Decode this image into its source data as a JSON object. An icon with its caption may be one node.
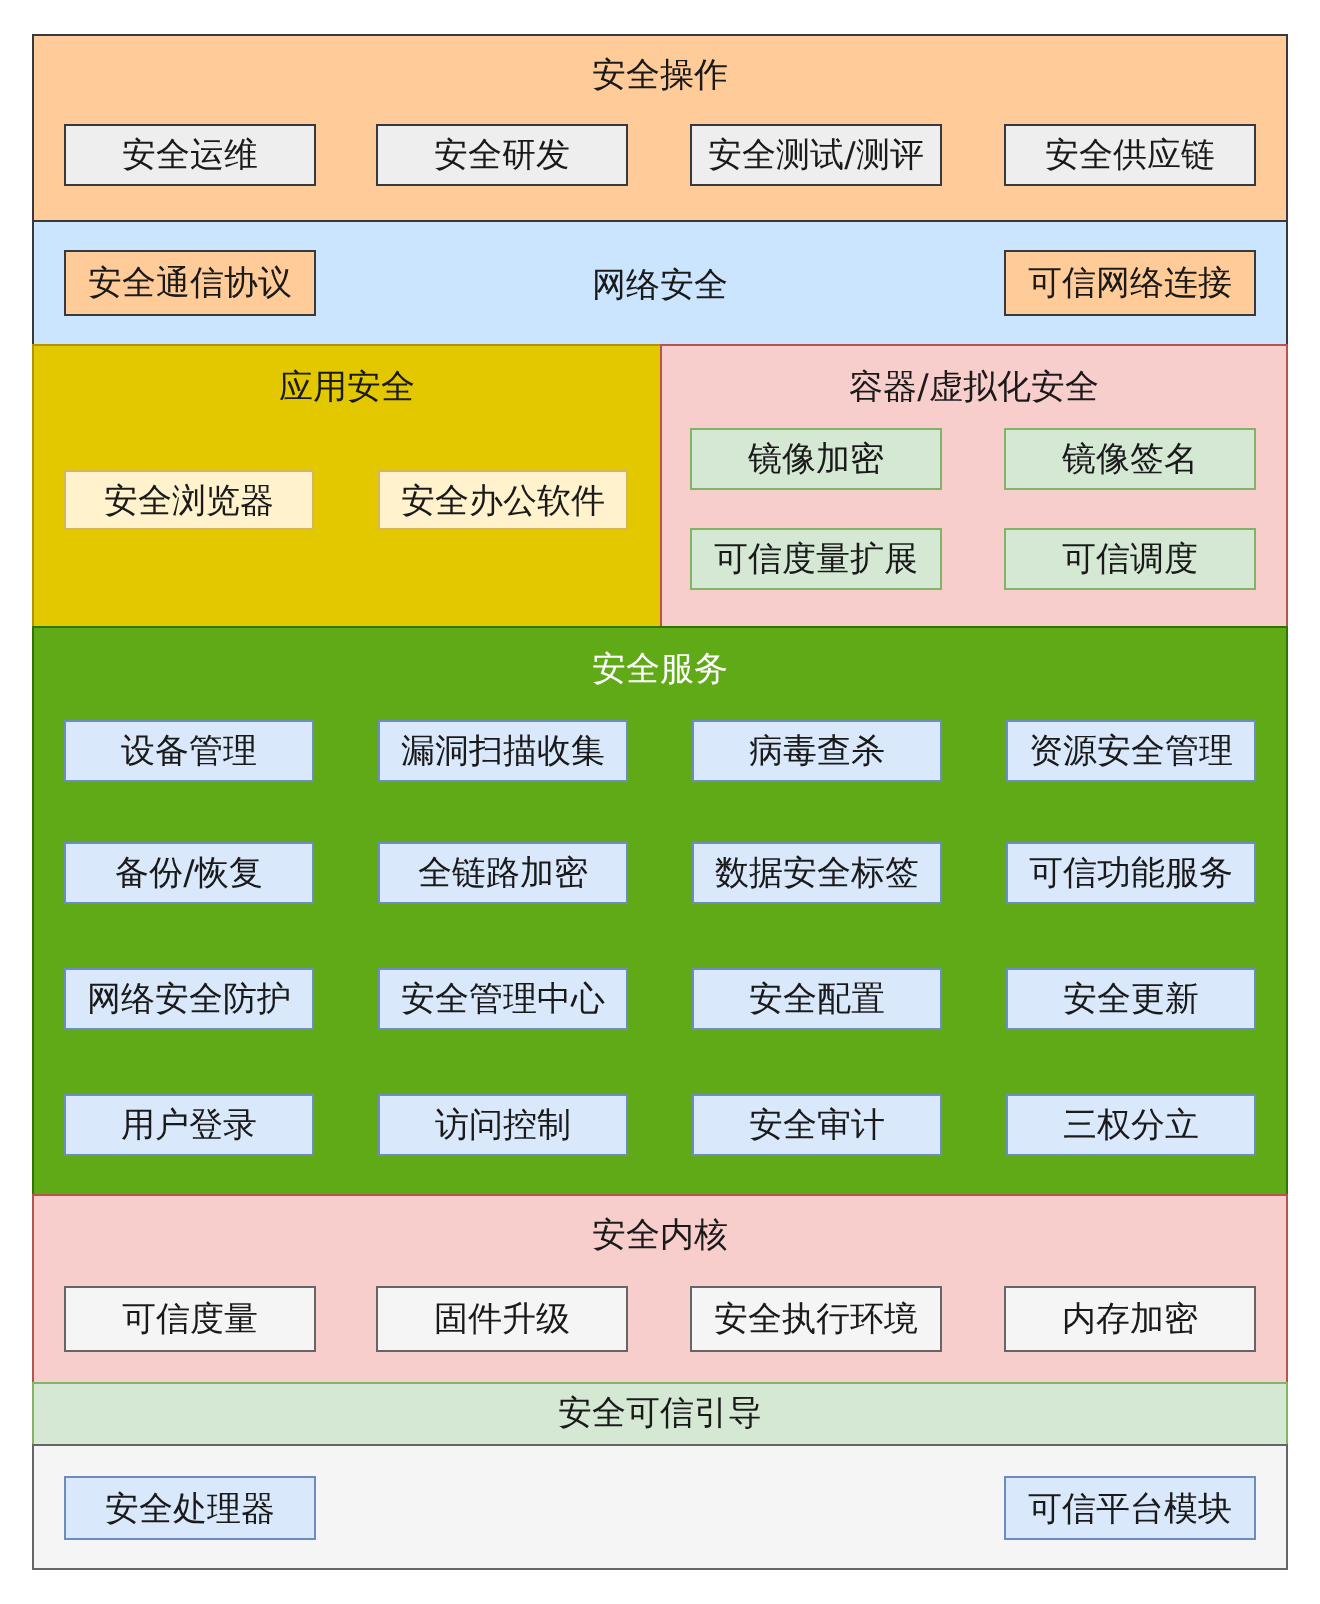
{
  "diagram": {
    "nodes": [
      {
        "text": [
          "安全操作"
        ]
      },
      {
        "text": [
          "安全运维"
        ],
        "in": 0
      },
      {
        "text": [
          "安全研发"
        ],
        "in": 0
      },
      {
        "text": [
          "安全测试/测评"
        ],
        "in": 0
      },
      {
        "text": [
          "安全供应链"
        ],
        "in": 0
      },
      {
        "text": [
          "网络安全"
        ]
      },
      {
        "text": [
          "安全通信协议"
        ],
        "in": 5
      },
      {
        "text": [
          "可信网络连接"
        ],
        "in": 5
      },
      {
        "text": [
          "应用安全"
        ]
      },
      {
        "text": [
          "安全浏览器"
        ],
        "in": 8
      },
      {
        "text": [
          "安全办公软件"
        ],
        "in": 8
      },
      {
        "text": [
          "容器/虚拟化安全"
        ]
      },
      {
        "text": [
          "镜像加密"
        ],
        "in": 11
      },
      {
        "text": [
          "镜像签名"
        ],
        "in": 11
      },
      {
        "text": [
          "可信度量扩展"
        ],
        "in": 11
      },
      {
        "text": [
          "可信调度"
        ],
        "in": 11
      },
      {
        "text": [
          "安全服务"
        ]
      },
      {
        "text": [
          "设备管理"
        ],
        "in": 16
      },
      {
        "text": [
          "漏洞扫描收集"
        ],
        "in": 16
      },
      {
        "text": [
          "病毒查杀"
        ],
        "in": 16
      },
      {
        "text": [
          "资源安全管理"
        ],
        "in": 16
      },
      {
        "text": [
          "备份/恢复"
        ],
        "in": 16
      },
      {
        "text": [
          "全链路加密"
        ],
        "in": 16
      },
      {
        "text": [
          "数据安全标签"
        ],
        "in": 16
      },
      {
        "text": [
          "可信功能服务"
        ],
        "in": 16
      },
      {
        "text": [
          "网络安全防护"
        ],
        "in": 16
      },
      {
        "text": [
          "安全管理中心"
        ],
        "in": 16
      },
      {
        "text": [
          "安全配置"
        ],
        "in": 16
      },
      {
        "text": [
          "安全更新"
        ],
        "in": 16
      },
      {
        "text": [
          "用户登录"
        ],
        "in": 16
      },
      {
        "text": [
          "访问控制"
        ],
        "in": 16
      },
      {
        "text": [
          "安全审计"
        ],
        "in": 16
      },
      {
        "text": [
          "三权分立"
        ],
        "in": 16
      },
      {
        "text": [
          "安全内核"
        ]
      },
      {
        "text": [
          "可信度量"
        ],
        "in": 33
      },
      {
        "text": [
          "固件升级"
        ],
        "in": 33
      },
      {
        "text": [
          "安全执行环境"
        ],
        "in": 33
      },
      {
        "text": [
          "内存加密"
        ],
        "in": 33
      },
      {
        "text": [
          "安全可信引导"
        ]
      },
      {
        "text": [],
        "shape": "box"
      },
      {
        "text": [
          "安全处理器"
        ],
        "in": 39
      },
      {
        "text": [
          "可信平台模块"
        ],
        "in": 39
      }
    ]
  }
}
